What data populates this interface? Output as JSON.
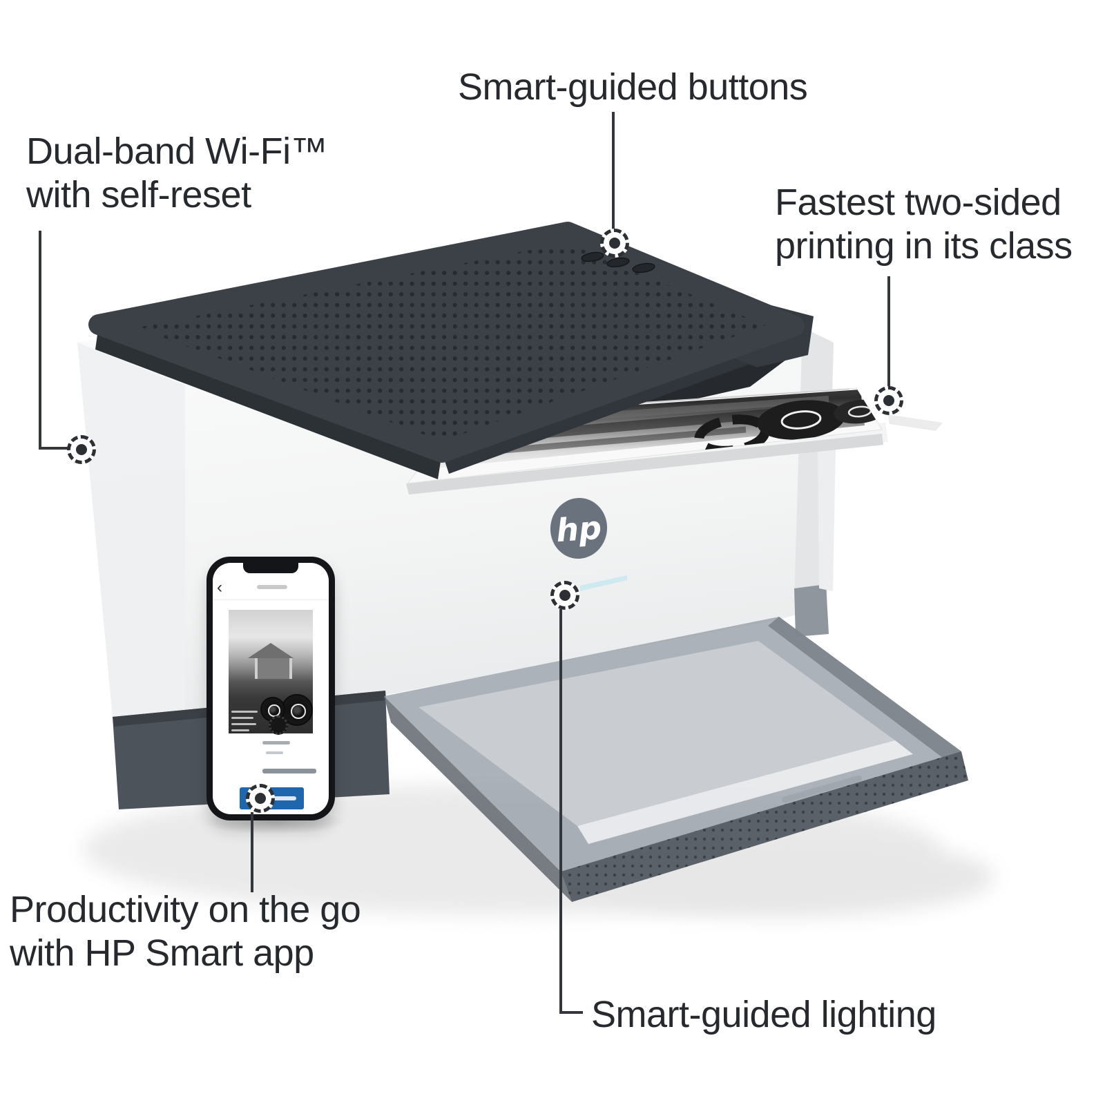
{
  "page": {
    "background": "#ffffff"
  },
  "annotations": {
    "smart_buttons": {
      "label": "Smart-guided buttons"
    },
    "wifi": {
      "line1": "Dual-band Wi-Fi™",
      "line2": "with self-reset"
    },
    "duplex": {
      "line1": "Fastest two-sided",
      "line2": "printing in its class"
    },
    "smart_app": {
      "line1": "Productivity on the go",
      "line2": "with HP Smart app"
    },
    "lighting": {
      "label": "Smart-guided lighting"
    }
  },
  "printer": {
    "logo_text": "hp",
    "colors": {
      "lid": "#3c4147",
      "lid_dots": "#24282c",
      "body": "#f6f7f7",
      "body_right": "#e3e5e6",
      "base": "#4d535a",
      "mechanism": "#26292e",
      "tray": "#99a1a9",
      "tray_rim": "#5a6169",
      "paper_stack": "#c9cdd2",
      "page": "#f9f9f9",
      "logo": "#6a737d",
      "led": "#cfe9f1"
    }
  },
  "phone": {
    "frame_color": "#141518",
    "button_color": "#1e67ae",
    "back_icon": "chevron-left"
  },
  "callouts": {
    "line_color": "#33373b",
    "dot_border": "#2c3034",
    "dot_fill": "#ffffff"
  }
}
